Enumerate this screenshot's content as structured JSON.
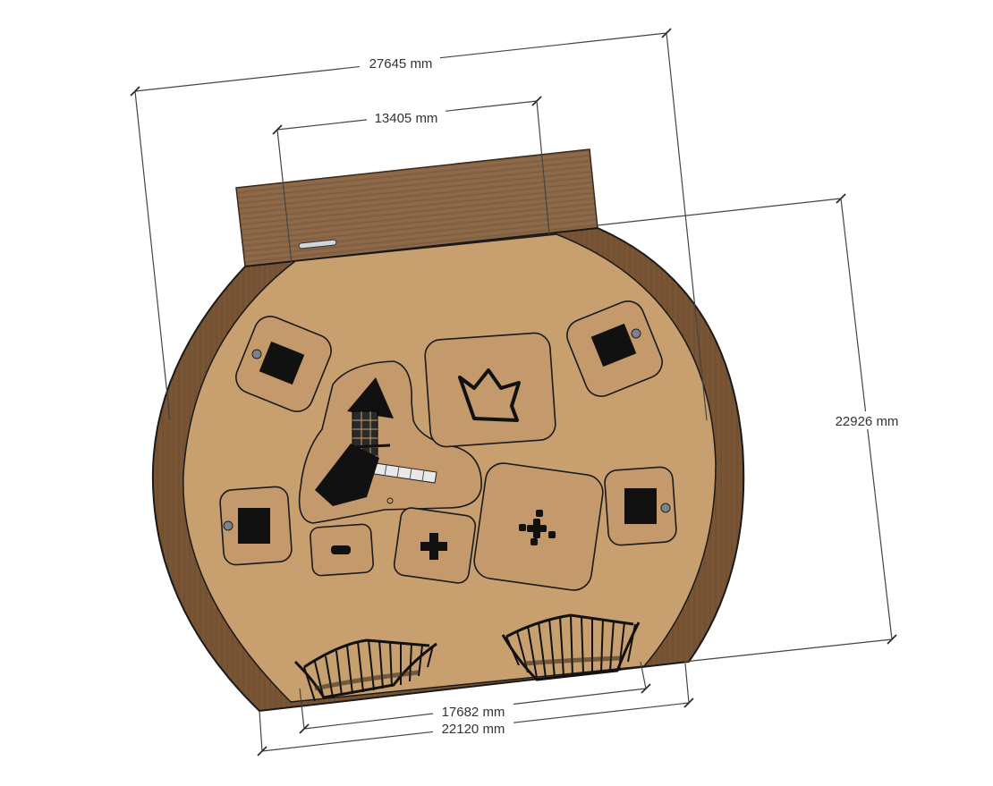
{
  "plan": {
    "dimensions": {
      "overall_width": "27645 mm",
      "deck_width": "13405 mm",
      "height": "22926 mm",
      "bottom_inner": "17682 mm",
      "bottom_outer": "22120 mm"
    },
    "colors": {
      "deck": "#8a6647",
      "border": "#7a5535",
      "sand": "#c8a070",
      "equipment": "#111111",
      "zone_fill": "#c49a6c"
    },
    "elements": [
      "wooden-deck",
      "border-strip",
      "sand-surface",
      "play-tower-with-slide",
      "crown-climbing-frame",
      "cross-spinner",
      "plus-springer",
      "minus-seesaw",
      "bench-top-left",
      "bench-top-right",
      "bench-left",
      "bench-right",
      "fence-left",
      "fence-right"
    ]
  }
}
